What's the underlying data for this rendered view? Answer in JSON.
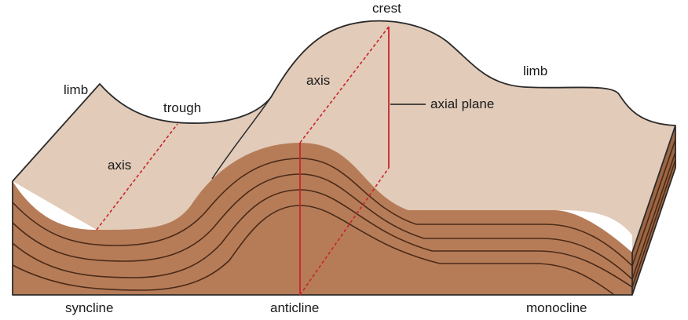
{
  "labels": {
    "crest": "crest",
    "limb_left": "limb",
    "limb_right": "limb",
    "trough": "trough",
    "axis_left": "axis",
    "axis_center": "axis",
    "axial_plane": "axial plane",
    "syncline": "syncline",
    "anticline": "anticline",
    "monocline": "monocline"
  },
  "colors": {
    "top_surface": "#e2cbb9",
    "cross_section": "#b67c58",
    "right_side": "#9c6543",
    "strata_line": "#4a2a18",
    "outline": "#2b2b2b",
    "axis_line": "#c8242b"
  }
}
